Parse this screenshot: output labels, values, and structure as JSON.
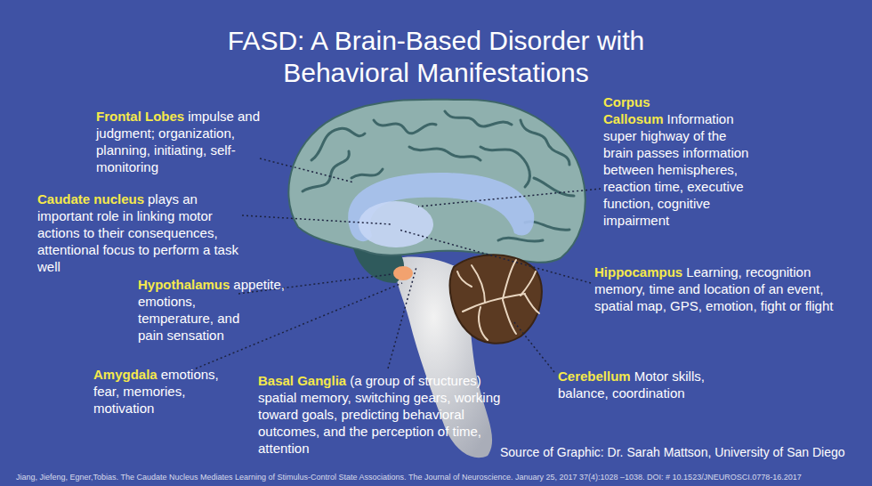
{
  "diagram": {
    "title": "FASD: A Brain-Based Disorder with Behavioral Manifestations",
    "labels": [
      "Frontal Lobes",
      "impulse and judgment; organization, planning, initiating, self-monitoring",
      "Caudate nucleus",
      "plays an important role in linking motor actions to their consequences, attentional focus to perform a task well",
      "Hypothalamus",
      "appetite, emotions, temperature, and pain sensation",
      "Amygdala",
      "emotions, fear, memories, motivation",
      "Basal Ganglia",
      "(a group of structures) spatial memory, switching gears, working toward goals, predicting behavioral outcomes, and the perception of time, attention",
      "Corpus Callosum",
      "Information super highway of the brain passes information between hemispheres, reaction time, executive function, cognitive impairment",
      "Hippocampus",
      "Learning, recognition memory, time and location of an event, spatial map, GPS, emotion, fight or flight",
      "Cerebellum",
      "Motor skills, balance, coordination",
      "Source of Graphic: Dr. Sarah Mattson, University of San Diego",
      "Jiang, Jiefeng, Egner,Tobias. The Caudate Nucleus Mediates Learning of Stimulus-Control State Associations. The Journal of Neuroscience. January 25, 2017 37(4):1028 –1038. DOI: # 10.1523/JNEUROSCI.0778-16.2017"
    ]
  }
}
